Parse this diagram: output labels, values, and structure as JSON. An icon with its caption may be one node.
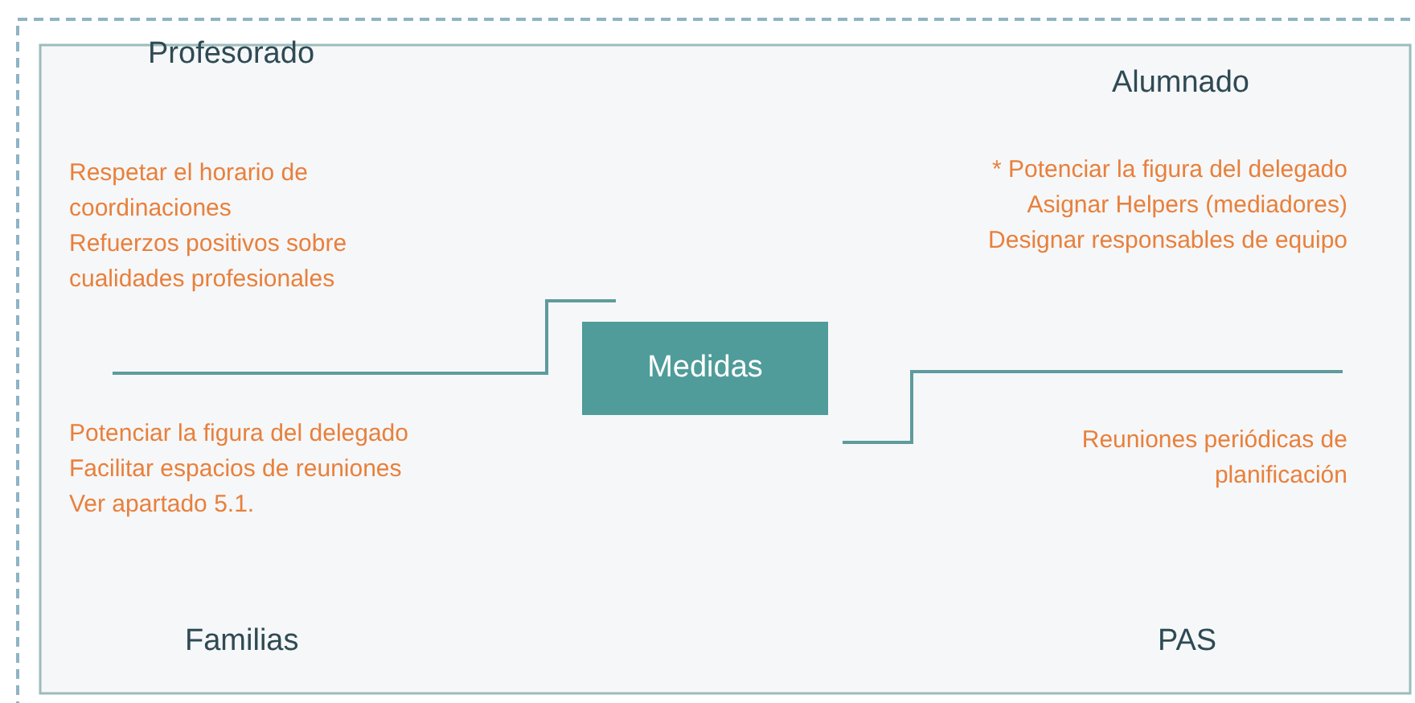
{
  "diagram": {
    "nodes": [
      {
        "text": [
          "Medidas"
        ]
      }
    ],
    "edges": [],
    "labels": [
      "Profesorado",
      "Alumnado",
      "Respetar el horario de coordinaciones",
      "Refuerzos positivos sobre cualidades profesionales",
      "* Potenciar la figura del delegado",
      "Asignar Helpers (mediadores)",
      "Designar responsables de equipo",
      "Potenciar la figura del delegado",
      "Facilitar espacios de reuniones",
      "Ver apartado 5.1.",
      "Reuniones periódicas de planificación",
      "Familias",
      "PAS"
    ]
  }
}
